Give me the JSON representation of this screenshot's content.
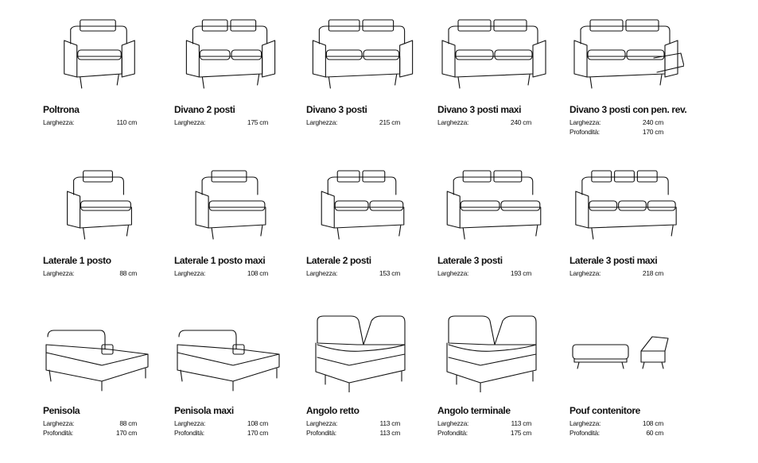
{
  "labels": {
    "width": "Larghezza:",
    "depth": "Profondità:"
  },
  "items": [
    {
      "name": "Poltrona",
      "type": "armchair",
      "seats": 1,
      "width": "110 cm"
    },
    {
      "name": "Divano 2 posti",
      "type": "sofa",
      "seats": 2,
      "width": "175 cm"
    },
    {
      "name": "Divano 3 posti",
      "type": "sofa",
      "seats": 2,
      "width": "215 cm"
    },
    {
      "name": "Divano 3 posti maxi",
      "type": "sofa",
      "seats": 2,
      "width": "240 cm"
    },
    {
      "name": "Divano 3 posti con pen. rev.",
      "type": "chaise-sofa",
      "seats": 2,
      "width": "240 cm",
      "depth": "170 cm"
    },
    {
      "name": "Laterale 1 posto",
      "type": "lateral",
      "seats": 1,
      "width": "88 cm"
    },
    {
      "name": "Laterale 1 posto maxi",
      "type": "lateral",
      "seats": 1,
      "width": "108 cm"
    },
    {
      "name": "Laterale 2 posti",
      "type": "lateral",
      "seats": 2,
      "width": "153 cm"
    },
    {
      "name": "Laterale 3 posti",
      "type": "lateral",
      "seats": 2,
      "width": "193 cm"
    },
    {
      "name": "Laterale 3 posti maxi",
      "type": "lateral",
      "seats": 3,
      "width": "218 cm"
    },
    {
      "name": "Penisola",
      "type": "chaise",
      "seats": 1,
      "width": "88 cm",
      "depth": "170 cm"
    },
    {
      "name": "Penisola maxi",
      "type": "chaise",
      "seats": 1,
      "width": "108 cm",
      "depth": "170 cm"
    },
    {
      "name": "Angolo retto",
      "type": "corner",
      "seats": 1,
      "width": "113 cm",
      "depth": "113 cm"
    },
    {
      "name": "Angolo terminale",
      "type": "corner-end",
      "seats": 1,
      "width": "113 cm",
      "depth": "175 cm"
    },
    {
      "name": "Pouf contenitore",
      "type": "pouf",
      "seats": 1,
      "width": "108 cm",
      "depth": "60 cm"
    }
  ]
}
